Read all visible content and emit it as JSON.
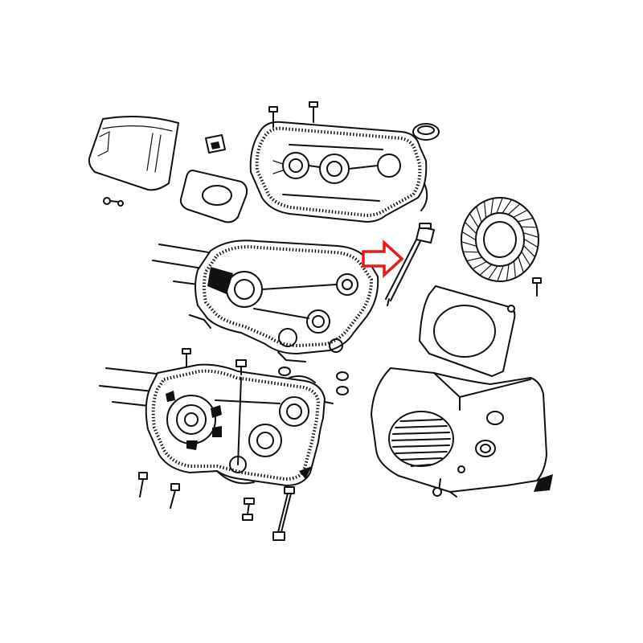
{
  "diagram": {
    "background": "#ffffff",
    "line_color": "#111111",
    "highlight_color": "#e8191b",
    "parts": [
      {
        "name": "inspection-window",
        "icon": "window-icon"
      },
      {
        "name": "small-screws",
        "icon": "screw-icon"
      },
      {
        "name": "cable-clip",
        "icon": "clip-icon"
      },
      {
        "name": "cover-plate",
        "icon": "plate-icon"
      },
      {
        "name": "upper-engine-cover",
        "icon": "engine-cover-icon"
      },
      {
        "name": "oil-seal-ring",
        "icon": "ring-icon"
      },
      {
        "name": "middle-crankcase-half",
        "icon": "crankcase-icon"
      },
      {
        "name": "oil-dipstick",
        "icon": "dipstick-icon"
      },
      {
        "name": "flywheel-fan",
        "icon": "fan-icon"
      },
      {
        "name": "fan-shroud-plate",
        "icon": "shroud-icon"
      },
      {
        "name": "lower-crankcase-half",
        "icon": "crankcase-icon"
      },
      {
        "name": "cooling-cowl",
        "icon": "cowl-icon"
      },
      {
        "name": "bolts",
        "icon": "bolt-icon"
      }
    ],
    "highlight": {
      "target": "oil-dipstick",
      "icon": "arrow-right-icon"
    }
  }
}
